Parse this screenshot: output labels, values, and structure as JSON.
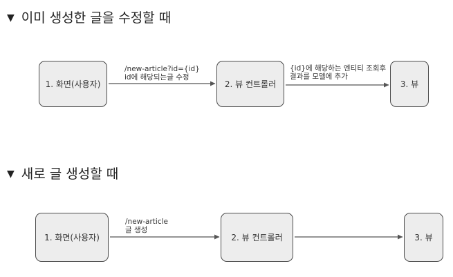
{
  "sections": [
    {
      "title": "이미 생성한 글을 수정할 때",
      "marker": "▼",
      "nodes": [
        "1. 화면(사용자)",
        "2. 뷰 컨트롤러",
        "3. 뷰"
      ],
      "edges": [
        {
          "line1": "/new-article?id={id}",
          "line2": "id에 해당되는글 수정"
        },
        {
          "line1": "{id}에 해당하는 엔티티 조회후",
          "line2": "결과를 모델에 추가"
        }
      ]
    },
    {
      "title": "새로 글 생성할 때",
      "marker": "▼",
      "nodes": [
        "1. 화면(사용자)",
        "2. 뷰 컨트롤러",
        "3. 뷰"
      ],
      "edges": [
        {
          "line1": "/new-article",
          "line2": "글 생성"
        },
        {
          "line1": "",
          "line2": ""
        }
      ]
    }
  ],
  "colors": {
    "node_fill": "#ededed",
    "node_border": "#4a4a4a",
    "edge": "#555555",
    "text": "#222222"
  }
}
